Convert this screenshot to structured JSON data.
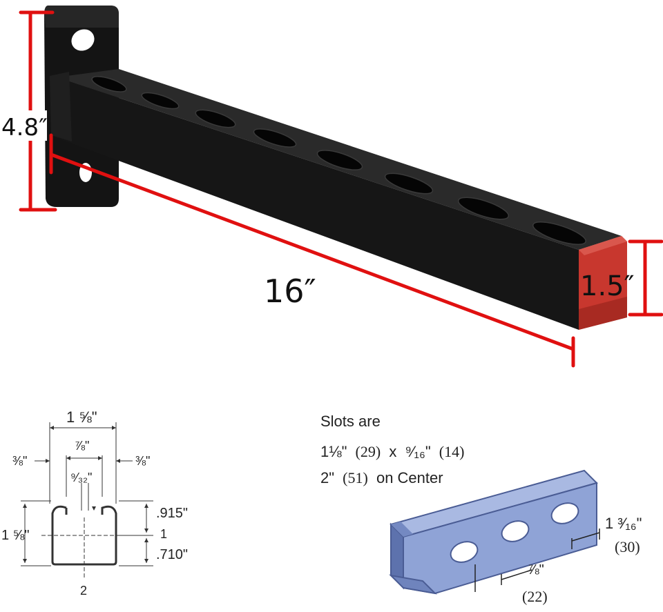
{
  "product_photo": {
    "height_label": "4.8″",
    "length_label": "16″",
    "end_label": "1.5″",
    "colors": {
      "dimension_line": "#e01010",
      "bracket": "#111111",
      "end_cap": "#c8372e"
    }
  },
  "cross_section": {
    "overall_width": "1 ⅝\"",
    "slot_width": "⅞\"",
    "left_lip": "⅜\"",
    "right_lip": "⅜\"",
    "lip_gap": "⁹⁄₃₂\"",
    "overall_height": "1 ⅝\"",
    "upper_offset": ".915\"",
    "center_axis": "1",
    "lower_offset": ".710\"",
    "bottom_axis": "2"
  },
  "slot_info": {
    "line1": "Slots are",
    "line2_size": "1⅛\"",
    "line2_mm": "(29)",
    "line2_x": "x",
    "line2_size2": "⁹⁄₁₆\"",
    "line2_mm2": "(14)",
    "line3_size": "2\"",
    "line3_mm": "(51)",
    "line3_text": "on Center",
    "channel_height": "1 ³⁄₁₆\"",
    "channel_height_mm": "(30)",
    "slot_spacing": "⅞\"",
    "slot_spacing_mm": "(22)",
    "colors": {
      "channel": "#8fa3d6",
      "channel_dark": "#5d72ad",
      "channel_edge": "#4a5c94"
    }
  }
}
